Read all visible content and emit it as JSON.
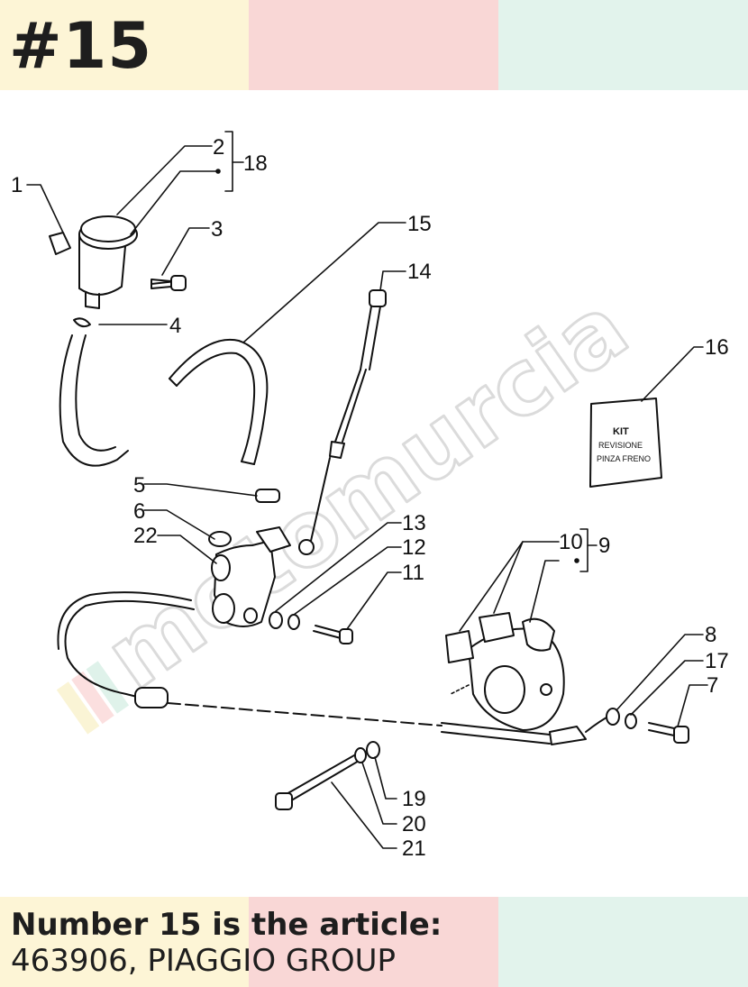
{
  "header": {
    "page_number": "#15"
  },
  "diagram": {
    "callouts": [
      "1",
      "2",
      "3",
      "4",
      "5",
      "6",
      "7",
      "8",
      "9",
      "10",
      "11",
      "12",
      "13",
      "14",
      "15",
      "16",
      "17",
      "18",
      "19",
      "20",
      "21",
      "22"
    ],
    "kit_label": {
      "line1": "KIT",
      "line2": "REVISIONE",
      "line3": "PINZA FRENO"
    },
    "watermark": "motomurcia"
  },
  "footer": {
    "heading": "Number 15 is the article:",
    "detail": "463906, PIAGGIO GROUP"
  },
  "colors": {
    "band_yellow": "#fdf5d6",
    "band_pink": "#f9d7d6",
    "band_green": "#e2f3ec",
    "text": "#1e1e1e"
  }
}
